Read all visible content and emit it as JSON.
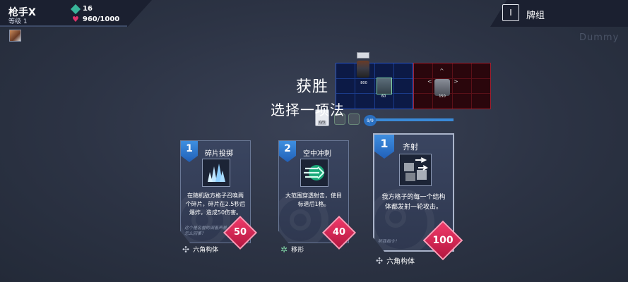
{
  "player": {
    "name": "枪手X",
    "level": "等级 1",
    "gems": "16",
    "hp": "960/1000"
  },
  "deck": {
    "icon_glyph": "I",
    "label": "牌组"
  },
  "enemy_label": "Dummy",
  "victory": {
    "title": "获胜",
    "subtitle": "选择一项法"
  },
  "battlefield": {
    "player_unit_hp": "800",
    "turret_hp": "60",
    "enemy_hp": "150",
    "deck_count": "0/3",
    "mana": "9/9"
  },
  "cards": [
    {
      "cost": "1",
      "name": "碎片投掷",
      "desc_lines": [
        "在随机敌方格子召唤两",
        "个碎片，碎片在2.5秒后",
        "爆炸，造成50伤害。"
      ],
      "flavor": "这个是名誉的调善声差怎么回事？",
      "price": "50",
      "tag": "六角构体",
      "art_icon": "crystal-shard-icon"
    },
    {
      "cost": "2",
      "name": "空中冲刺",
      "desc_lines": [
        "大范围穿透射击，使目",
        "标退后1格。"
      ],
      "flavor": "",
      "price": "40",
      "tag": "移形",
      "art_icon": "green-dash-icon"
    },
    {
      "cost": "1",
      "name": "齐射",
      "desc_lines": [
        "我方格子的每一个结构",
        "体都发射一轮攻击。"
      ],
      "flavor": "听我指令！",
      "price": "100",
      "tag": "六角构体",
      "art_icon": "volley-turret-icon"
    }
  ],
  "colors": {
    "accent_blue": "#2f74d0",
    "price_pink": "#e0336a",
    "gem_teal": "#39b59a",
    "grid_blue": "#1a3b8a",
    "grid_red": "#5a1018"
  }
}
